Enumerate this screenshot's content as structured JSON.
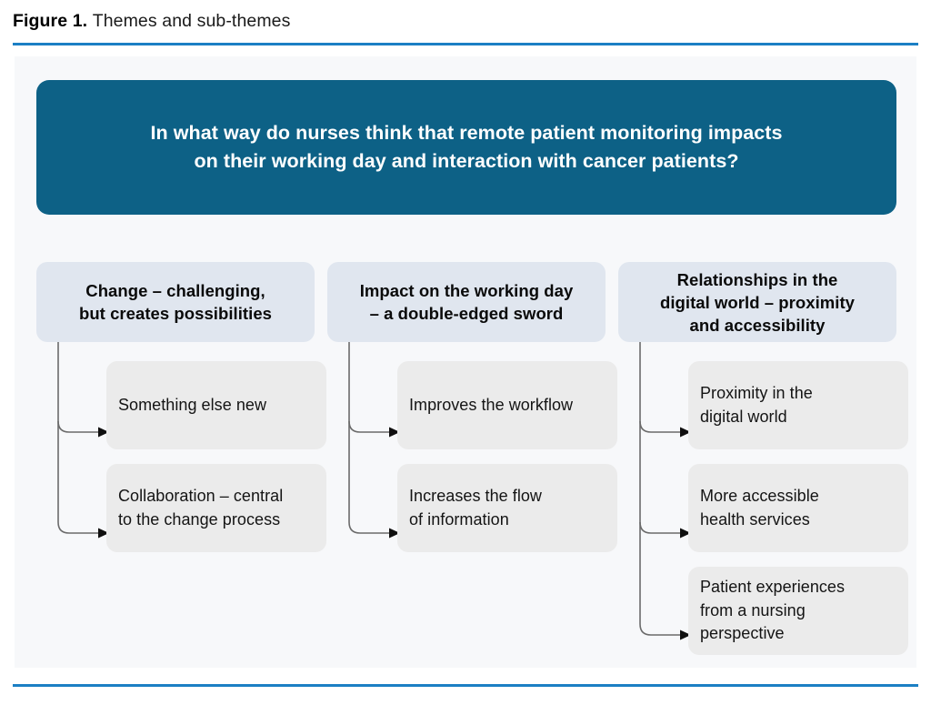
{
  "figure": {
    "label": "Figure 1.",
    "caption": "Themes and sub-themes"
  },
  "colors": {
    "banner_teal": "#0d6186",
    "rule_blue": "#1b7fc4",
    "theme_header_bg": "#e0e6ef",
    "subtheme_bg": "#ebebeb",
    "panel_bg": "#f7f8fa",
    "connector": "#6b6b6b"
  },
  "question": {
    "text": "In what way do nurses think that remote patient monitoring impacts\non their working day and interaction with cancer patients?"
  },
  "themes": [
    {
      "title": "Change – challenging,\nbut creates possibilities",
      "subthemes": [
        {
          "text": "Something else new"
        },
        {
          "text": "Collaboration – central\nto the change process"
        }
      ]
    },
    {
      "title": "Impact on the working day\n– a double-edged sword",
      "subthemes": [
        {
          "text": "Improves the workflow"
        },
        {
          "text": "Increases the flow\nof information"
        }
      ]
    },
    {
      "title": "Relationships in the\ndigital world – proximity\nand accessibility",
      "subthemes": [
        {
          "text": "Proximity in the\ndigital world"
        },
        {
          "text": "More accessible\nhealth services"
        },
        {
          "text": "Patient experiences\nfrom a nursing\nperspective"
        }
      ]
    }
  ]
}
